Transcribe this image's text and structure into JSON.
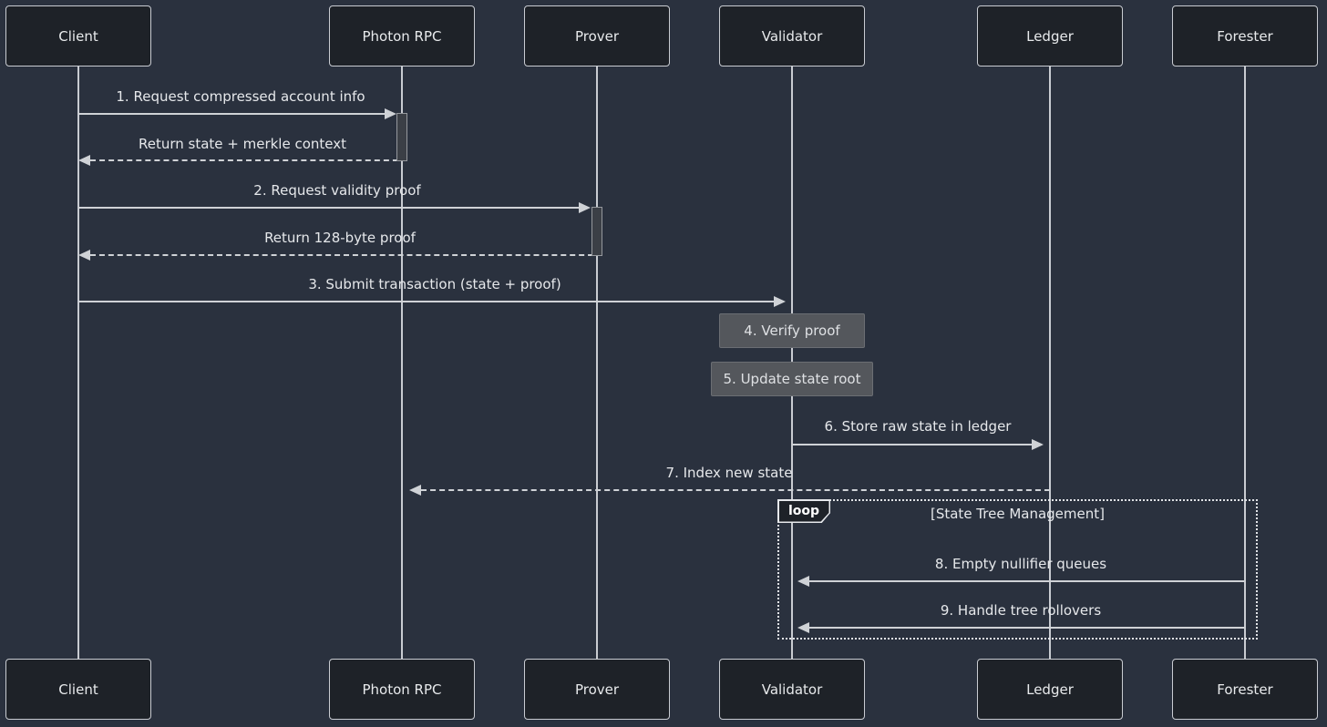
{
  "diagram_type": "sequence-diagram",
  "palette": {
    "background": "#2a313e",
    "actor_fill": "#1e2228",
    "actor_border": "#c9ccd2",
    "text": "#e6e8eb",
    "line": "#cfd2d6",
    "note_fill": "#54575c",
    "activation_fill": "#3b3f46",
    "loop_border": "#e2e4e8"
  },
  "actors": [
    {
      "id": "client",
      "label": "Client"
    },
    {
      "id": "photon-rpc",
      "label": "Photon RPC"
    },
    {
      "id": "prover",
      "label": "Prover"
    },
    {
      "id": "validator",
      "label": "Validator"
    },
    {
      "id": "ledger",
      "label": "Ledger"
    },
    {
      "id": "forester",
      "label": "Forester"
    }
  ],
  "messages": [
    {
      "text": "1. Request compressed account info",
      "from": "Client",
      "to": "Photon RPC",
      "style": "solid"
    },
    {
      "text": "Return state + merkle context",
      "from": "Photon RPC",
      "to": "Client",
      "style": "dashed"
    },
    {
      "text": "2. Request validity proof",
      "from": "Client",
      "to": "Prover",
      "style": "solid"
    },
    {
      "text": "Return 128-byte proof",
      "from": "Prover",
      "to": "Client",
      "style": "dashed"
    },
    {
      "text": "3. Submit transaction (state + proof)",
      "from": "Client",
      "to": "Validator",
      "style": "solid"
    },
    {
      "text": "6. Store raw state in ledger",
      "from": "Validator",
      "to": "Ledger",
      "style": "solid"
    },
    {
      "text": "7. Index new state",
      "from": "Ledger",
      "to": "Photon RPC",
      "style": "dashed"
    },
    {
      "text": "8. Empty nullifier queues",
      "from": "Forester",
      "to": "Validator",
      "style": "solid"
    },
    {
      "text": "9. Handle tree rollovers",
      "from": "Forester",
      "to": "Validator",
      "style": "solid"
    }
  ],
  "notes": [
    {
      "text": "4. Verify proof",
      "on": "Validator"
    },
    {
      "text": "5. Update state root",
      "on": "Validator"
    }
  ],
  "loop": {
    "label": "loop",
    "condition": "[State Tree Management]"
  }
}
